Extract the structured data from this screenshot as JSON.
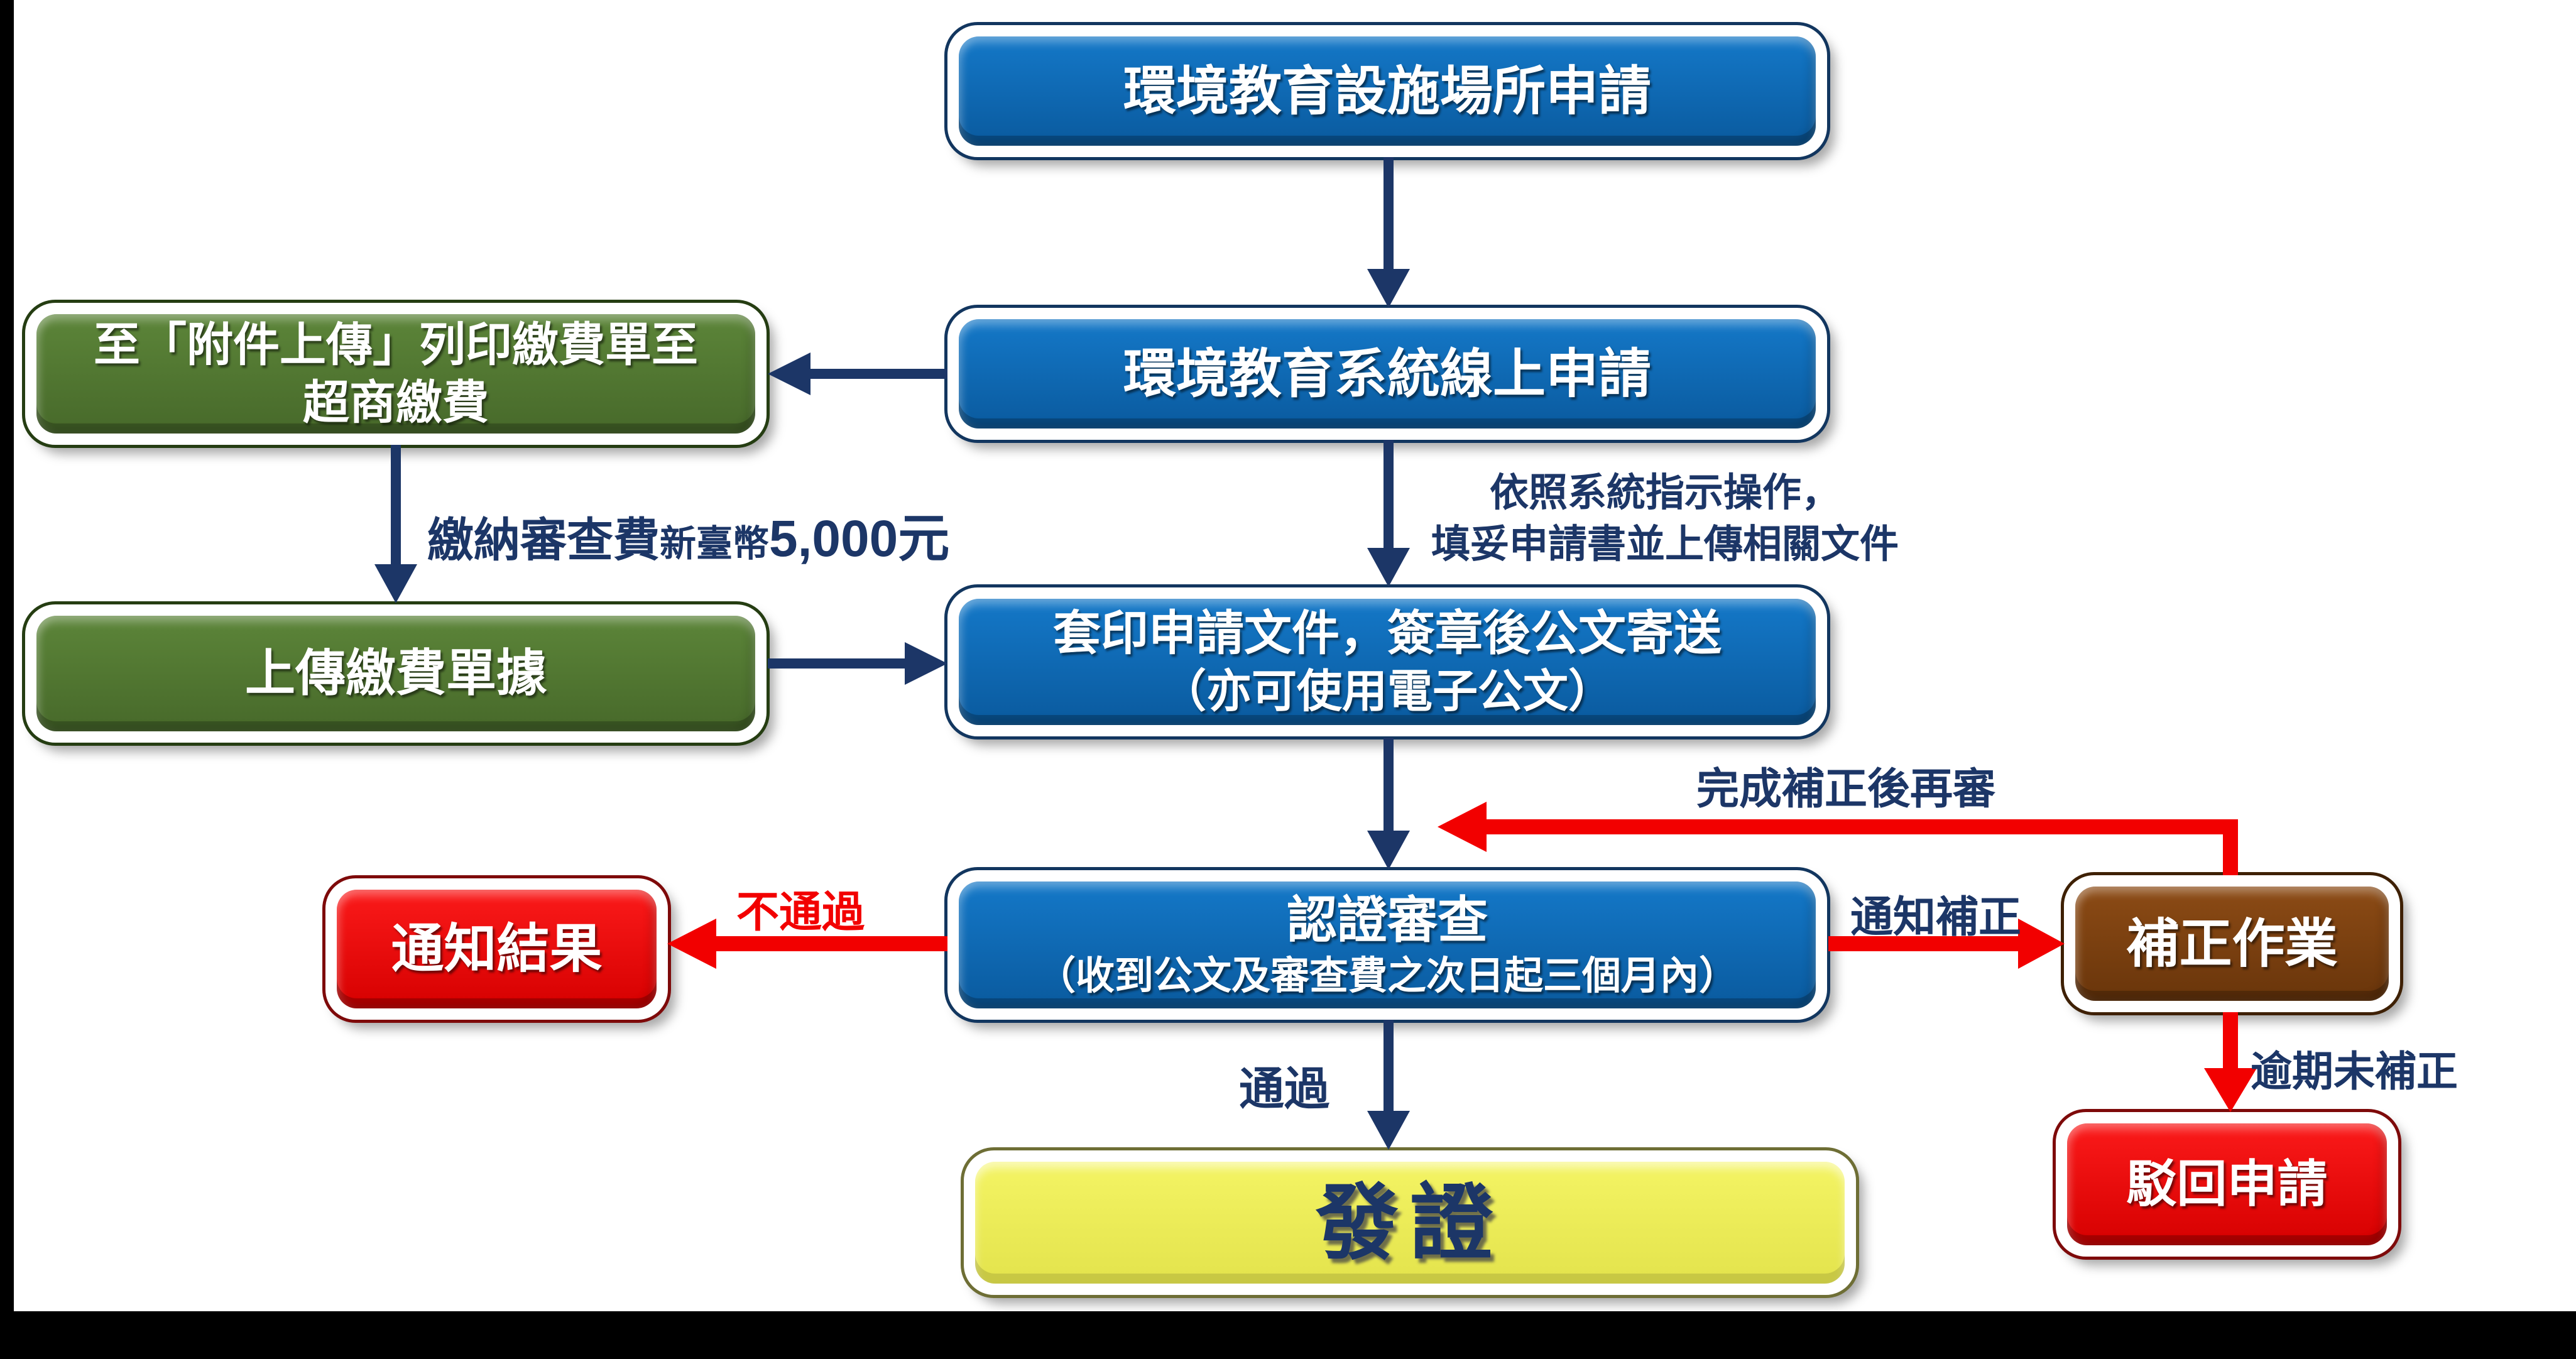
{
  "canvas": {
    "background": "#ffffff",
    "frame_color": "#000000"
  },
  "colors": {
    "navy_arrow_text": "#1c3667",
    "red_arrow_text": "#f20000",
    "blue_node": "#0f6cb6",
    "green_node": "#527a31",
    "red_node": "#ea0d0d",
    "brown_node": "#7b3f10",
    "yellow_node": "#eded55",
    "node_text_white": "#ffffff"
  },
  "nodes": {
    "apply": {
      "label": "環境教育設施場所申請"
    },
    "online": {
      "label": "環境教育系統線上申請"
    },
    "print_slip": {
      "line1": "至「附件上傳」列印繳費單至",
      "line2": "超商繳費"
    },
    "upload_receipt": {
      "label": "上傳繳費單據"
    },
    "send_doc": {
      "line1": "套印申請文件，簽章後公文寄送",
      "line2": "（亦可使用電子公文）"
    },
    "review": {
      "line1": "認證審查",
      "line2": "（收到公文及審查費之次日起三個月內）"
    },
    "notify_result": {
      "label": "通知結果"
    },
    "correction": {
      "label": "補正作業"
    },
    "reject": {
      "label": "駁回申請"
    },
    "issue": {
      "label": "發證"
    }
  },
  "labels": {
    "fee_prefix": "繳納審查費",
    "fee_currency": "新臺幣",
    "fee_amount": "5,000元",
    "instructions_line1": "依照系統指示操作，",
    "instructions_line2": "填妥申請書並上傳相關文件",
    "fail": "不通過",
    "pass": "通過",
    "notify_correction": "通知補正",
    "resubmit": "完成補正後再審",
    "overdue": "逾期未補正"
  }
}
